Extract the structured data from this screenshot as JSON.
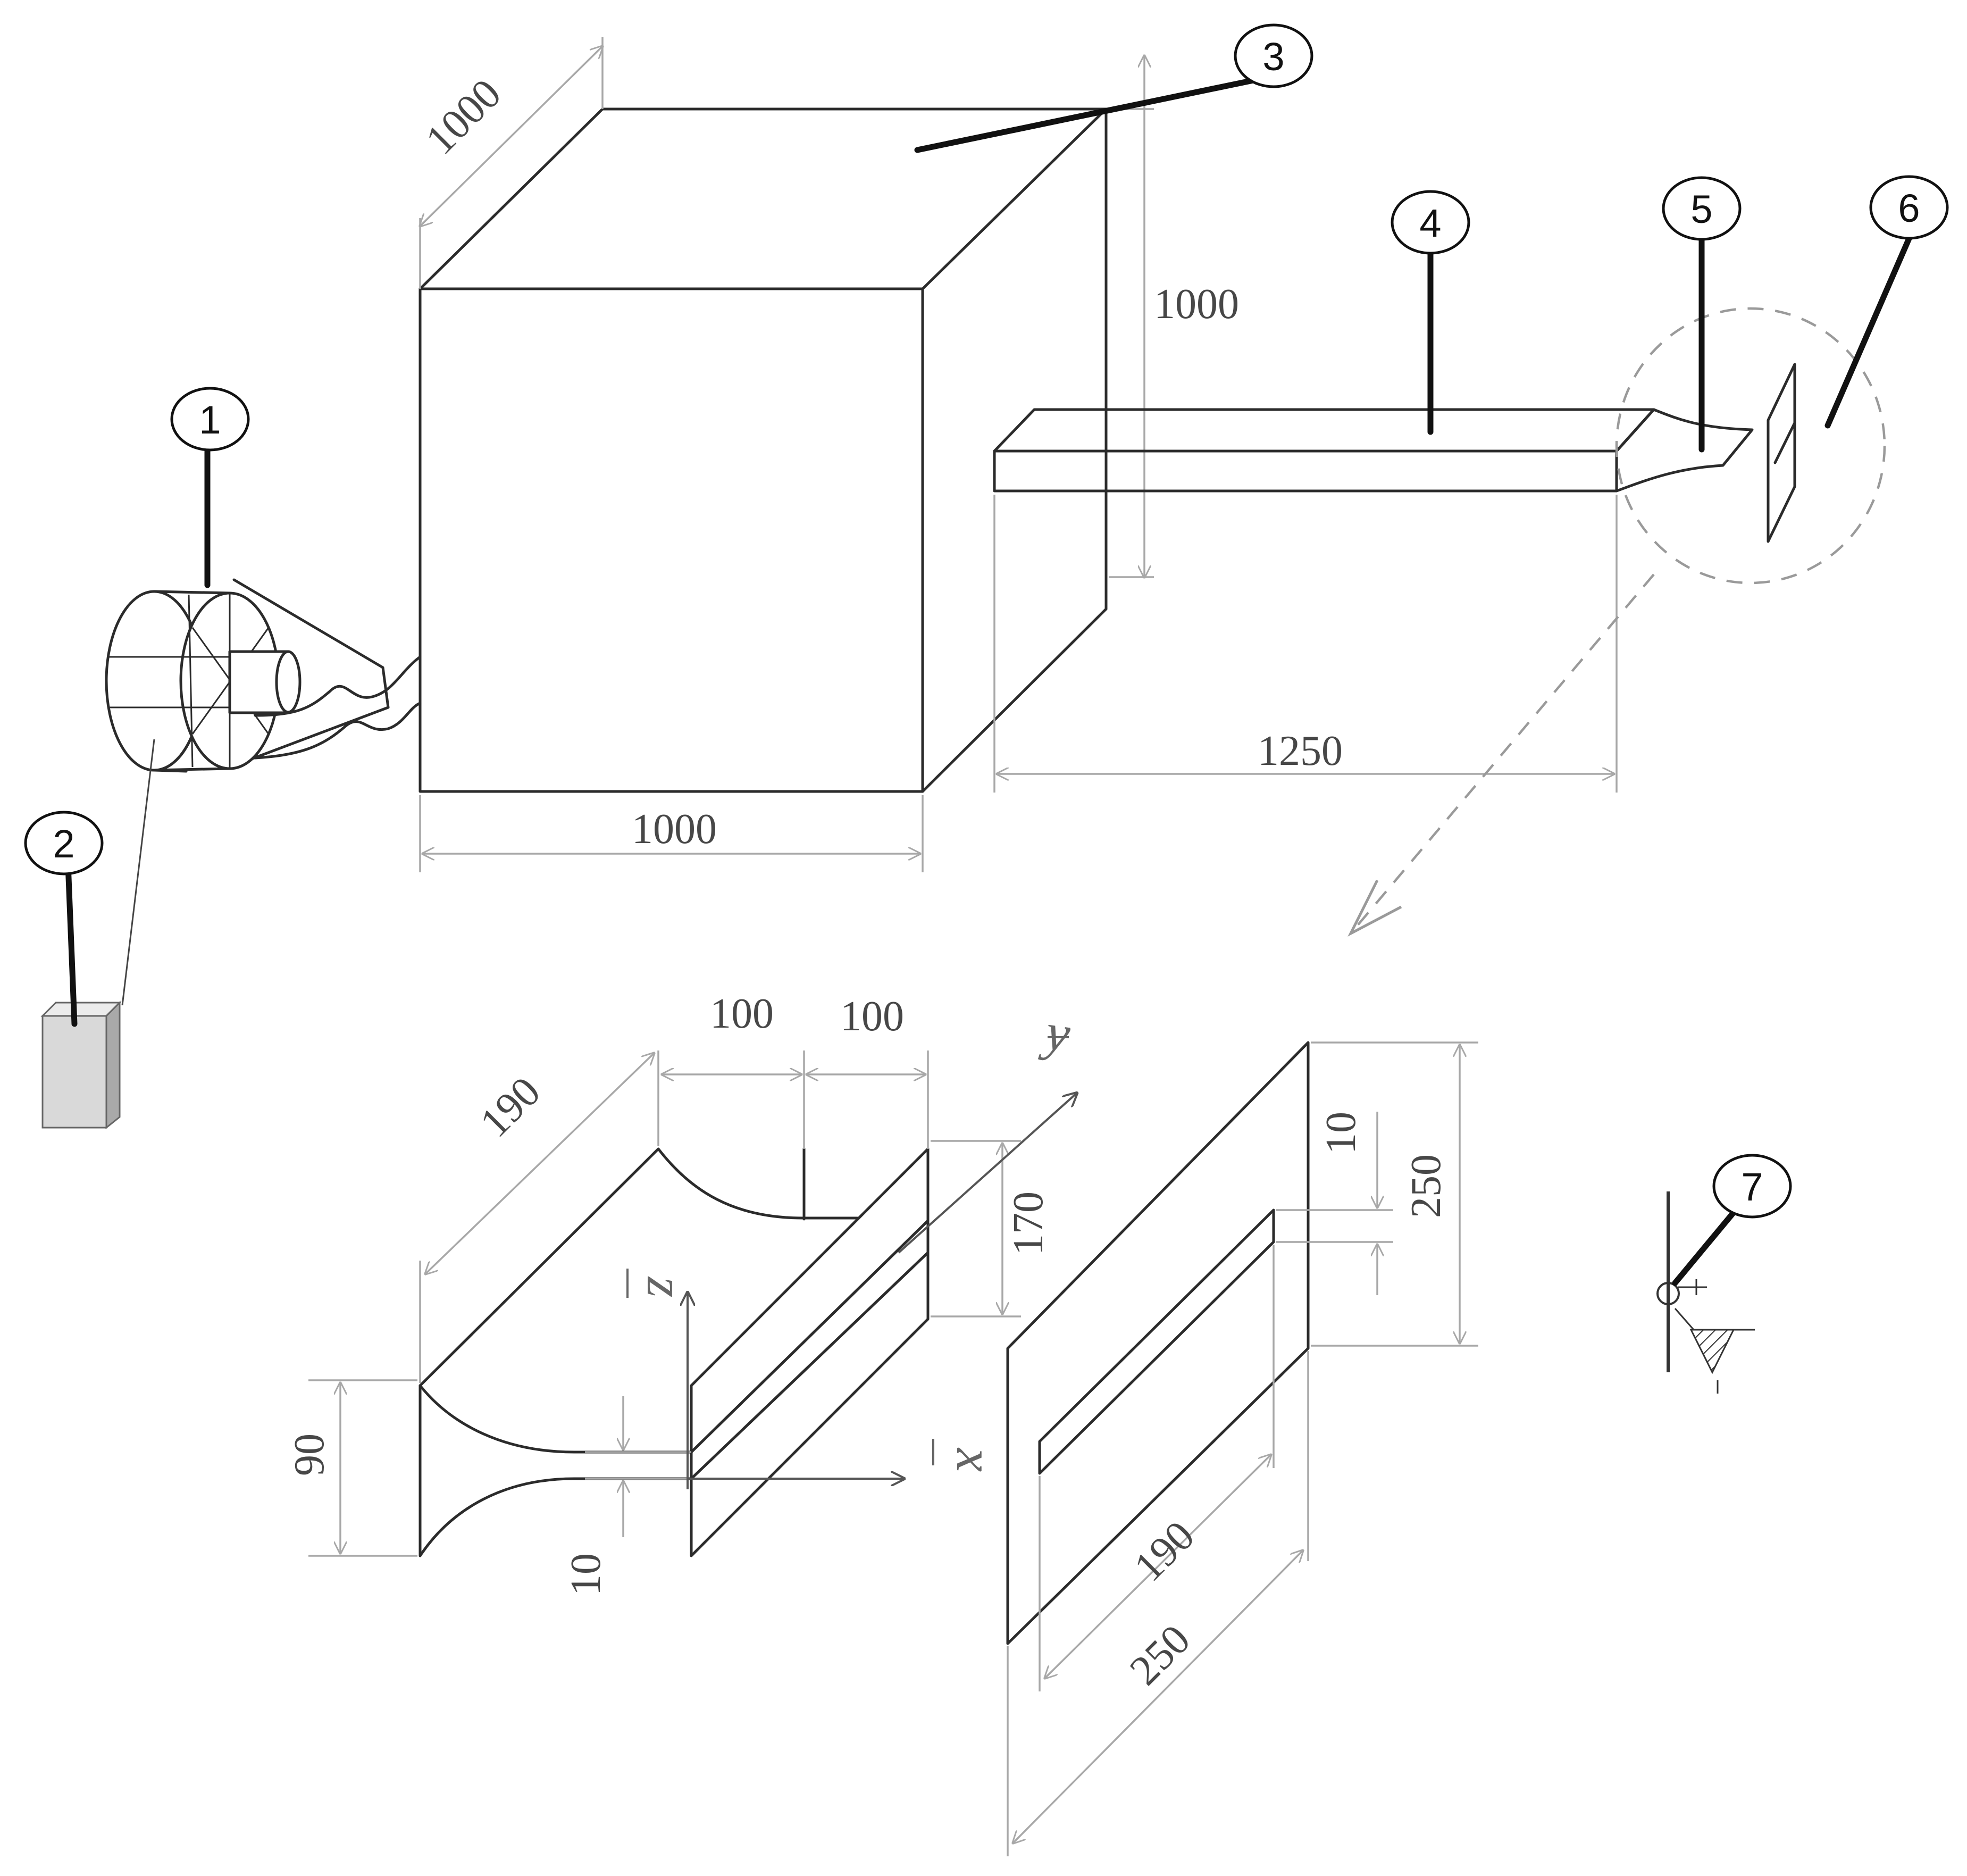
{
  "callouts": [
    "1",
    "2",
    "3",
    "4",
    "5",
    "6",
    "7"
  ],
  "dimensions": {
    "cube_depth": "1000",
    "cube_height": "1000",
    "cube_width": "1000",
    "duct_length": "1250",
    "nozzle_width_a": "100",
    "nozzle_width_b": "100",
    "nozzle_length": "190",
    "nozzle_outlet_height": "170",
    "nozzle_inlet_height": "90",
    "nozzle_gap": "10",
    "plate_slot_gap": "10",
    "plate_height": "250",
    "plate_slot_length": "190",
    "plate_length": "250"
  },
  "axes": {
    "x_label": "x",
    "y_label": "y",
    "z_label": "z"
  },
  "colors": {
    "line": "#2b2b2b",
    "dimension_line": "#a8a8a8",
    "leader": "#111111",
    "controller_box": "#d9d9d9"
  }
}
